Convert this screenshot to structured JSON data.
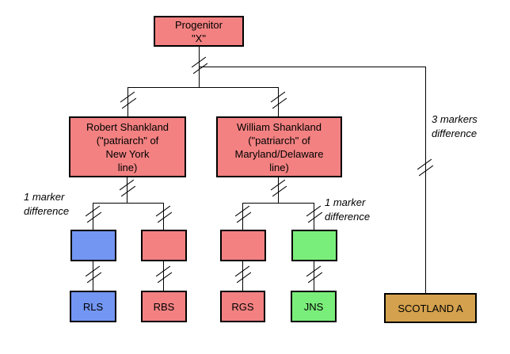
{
  "colors": {
    "box_red": "#F38181",
    "box_blue": "#7396F3",
    "box_green": "#7AEE7A",
    "box_tan": "#D4A24E",
    "line": "#000000",
    "background": "#FFFFFF"
  },
  "nodes": {
    "progenitor": {
      "line1": "Progenitor",
      "line2": "\"X\""
    },
    "robert": {
      "line1": "Robert Shankland",
      "line2": "(\"patriarch\" of",
      "line3": "New York",
      "line4": "line)"
    },
    "william": {
      "line1": "William Shankland",
      "line2": "(\"patriarch\" of",
      "line3": "Maryland/Delaware",
      "line4": "line)"
    },
    "rls": {
      "label": "RLS"
    },
    "rbs": {
      "label": "RBS"
    },
    "rgs": {
      "label": "RGS"
    },
    "jns": {
      "label": "JNS"
    },
    "scotland": {
      "label": "SCOTLAND A"
    }
  },
  "annotations": {
    "left_marker": {
      "line1": "1 marker",
      "line2": "difference"
    },
    "right_marker": {
      "line1": "1 marker",
      "line2": "difference"
    },
    "scotland_marker": {
      "line1": "3 markers",
      "line2": "difference"
    }
  }
}
